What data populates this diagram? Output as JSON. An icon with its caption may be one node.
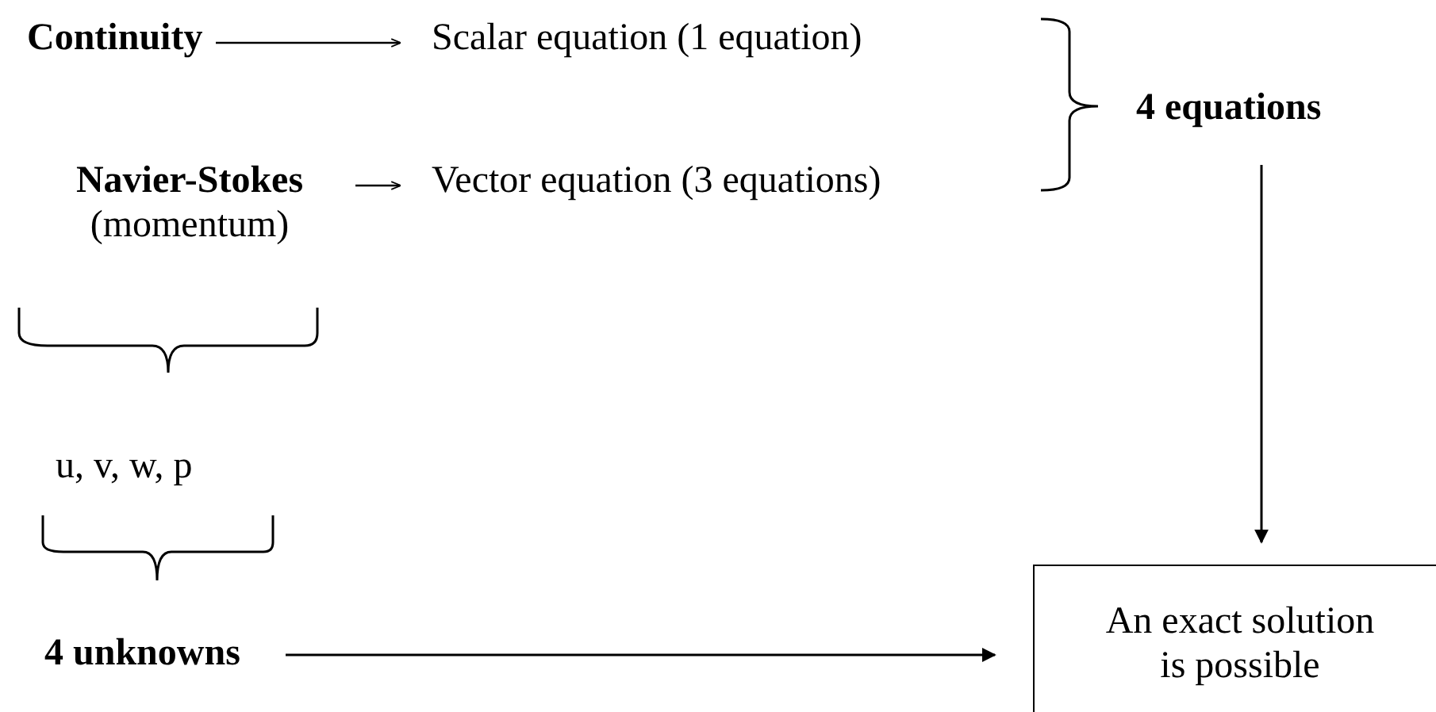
{
  "diagram": {
    "nodes": [
      {
        "text": [
          "Continuity"
        ]
      },
      {
        "text": [
          "Scalar equation (1 equation)"
        ]
      },
      {
        "text": [
          "Navier-Stokes",
          "(momentum)"
        ]
      },
      {
        "text": [
          "Vector equation (3 equations)"
        ]
      },
      {
        "text": [
          "4 equations"
        ]
      },
      {
        "text": [
          "u, v, w, p"
        ]
      },
      {
        "text": [
          "4 unknowns"
        ]
      },
      {
        "text": [
          "An exact solution is possible"
        ]
      }
    ],
    "edges": [
      {
        "from": 0,
        "to": 1,
        "arrow": "to"
      },
      {
        "from": 2,
        "to": 3,
        "arrow": "to"
      },
      {
        "from": 4,
        "to": 7,
        "arrow": "to"
      },
      {
        "from": 6,
        "to": 7,
        "arrow": "to"
      }
    ]
  }
}
